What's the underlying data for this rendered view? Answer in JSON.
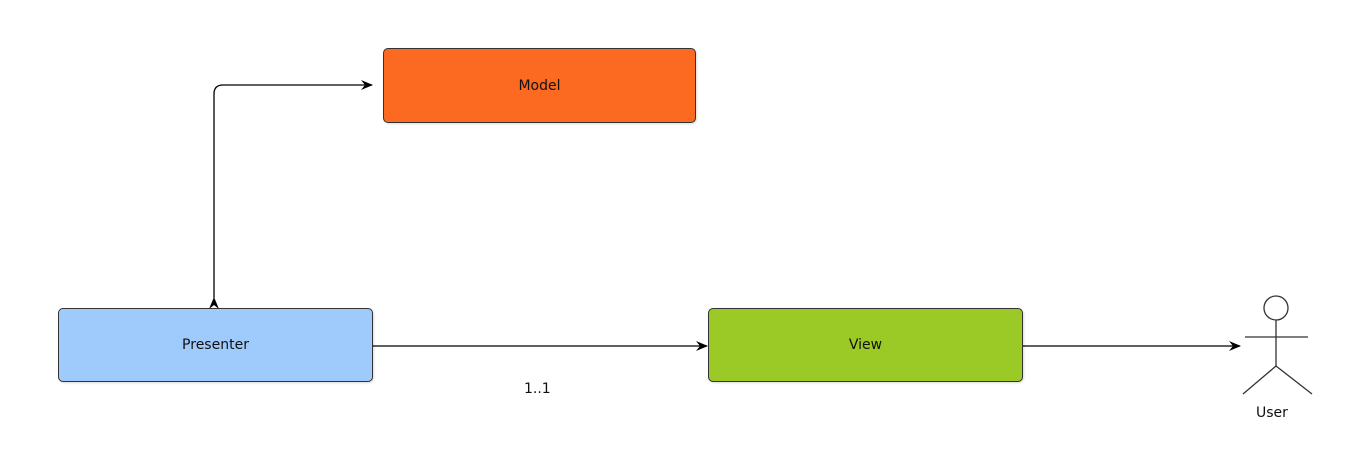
{
  "diagram": {
    "nodes": {
      "model": {
        "label": "Model",
        "color": "#fb6a20"
      },
      "presenter": {
        "label": "Presenter",
        "color": "#9fcbfc"
      },
      "view": {
        "label": "View",
        "color": "#9bc925"
      }
    },
    "actor": {
      "label": "User",
      "icon": "stick-figure-icon"
    },
    "edges": [
      {
        "from": "presenter",
        "to": "model",
        "style": "bidirectional-arrow"
      },
      {
        "from": "presenter",
        "to": "view",
        "style": "bidirectional-arrow",
        "label": "1..1"
      },
      {
        "from": "view",
        "to": "user",
        "style": "bidirectional-arrow"
      }
    ],
    "multiplicity_label": "1..1"
  }
}
